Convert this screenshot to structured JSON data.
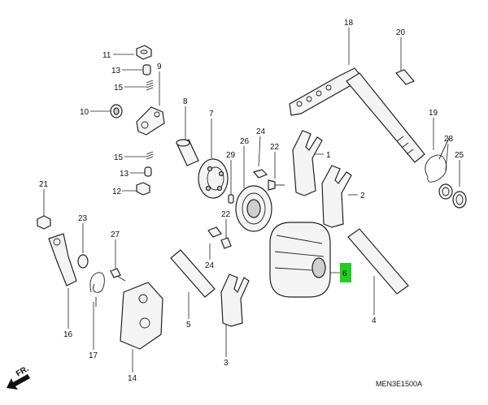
{
  "diagram_code": "MEN3E1500A",
  "fr_label": "FR.",
  "callouts": {
    "c1": "1",
    "c2": "2",
    "c3": "3",
    "c4": "4",
    "c5": "5",
    "c6": "6",
    "c7": "7",
    "c8": "8",
    "c9": "9",
    "c10": "10",
    "c11": "11",
    "c12": "12",
    "c13a": "13",
    "c13b": "13",
    "c14": "14",
    "c15a": "15",
    "c15b": "15",
    "c16": "16",
    "c17": "17",
    "c18": "18",
    "c19": "19",
    "c20": "20",
    "c21": "21",
    "c22a": "22",
    "c22b": "22",
    "c23": "23",
    "c24a": "24",
    "c24b": "24",
    "c25": "25",
    "c26": "26",
    "c27": "27",
    "c28": "28",
    "c29": "29"
  },
  "colors": {
    "highlight": "#22cc22",
    "line": "#222222"
  }
}
